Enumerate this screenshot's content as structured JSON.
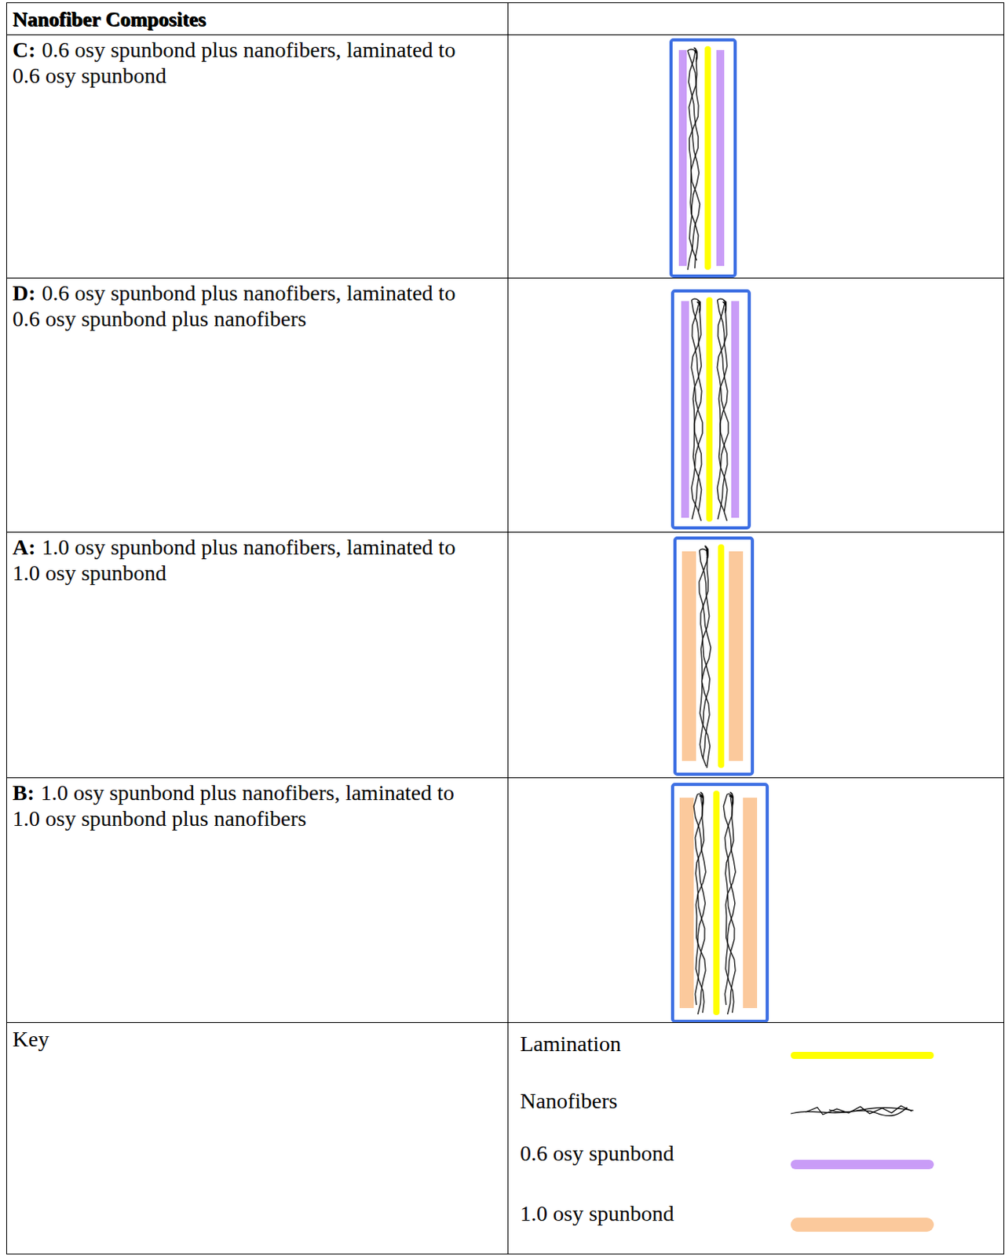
{
  "diagram": {
    "title": "Nanofiber Composites",
    "labels": [
      "C:",
      "0.6 osy spunbond plus nanofibers, laminated to 0.6 osy spunbond",
      "D:",
      "0.6 osy spunbond plus nanofibers, laminated to 0.6 osy spunbond plus nanofibers",
      "A:",
      "1.0 osy spunbond plus nanofibers, laminated to 1.0 osy spunbond",
      "B:",
      "1.0 osy spunbond plus nanofibers, laminated to 1.0 osy spunbond plus nanofibers",
      "Key"
    ],
    "legend": [
      {
        "text": "Lamination",
        "color": "#ffff00"
      },
      {
        "text": "Nanofibers"
      },
      {
        "text": "0.6 osy spunbond",
        "color": "#c99cf7"
      },
      {
        "text": "1.0 osy spunbond",
        "color": "#fbc99c"
      }
    ]
  }
}
